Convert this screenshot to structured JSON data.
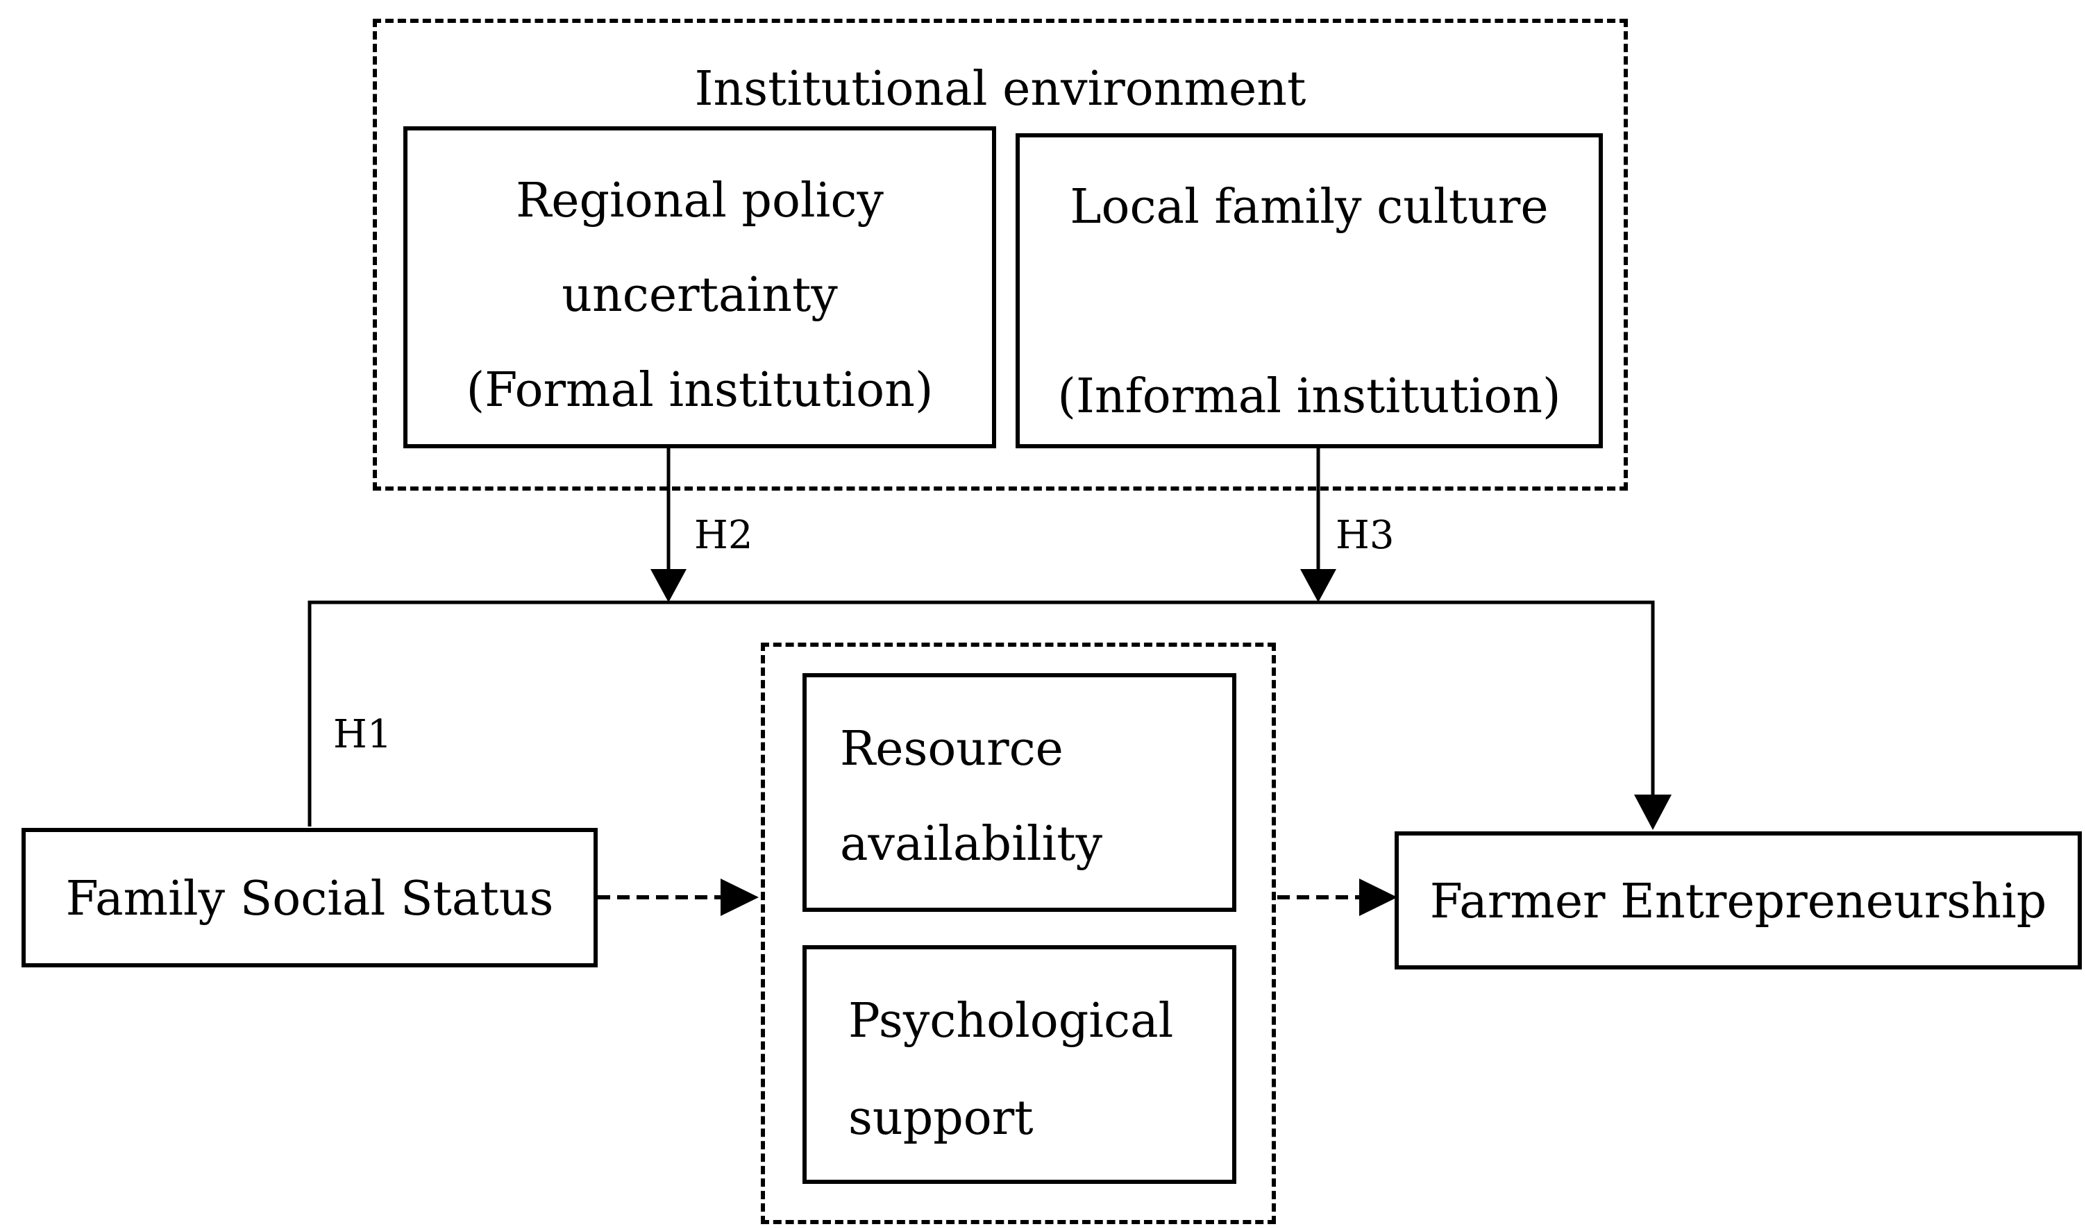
{
  "institutional_environment": {
    "title": "Institutional environment",
    "formal": {
      "line1": "Regional policy",
      "line2": "uncertainty",
      "line3": "(Formal institution)"
    },
    "informal": {
      "line1": "Local family culture",
      "line2": "(Informal institution)"
    }
  },
  "mediators": {
    "resource": {
      "line1": "Resource",
      "line2": "availability"
    },
    "psychological": {
      "line1": "Psychological",
      "line2": "support"
    }
  },
  "independent": "Family Social Status",
  "dependent": "Farmer Entrepreneurship",
  "hypotheses": {
    "h1": "H1",
    "h2": "H2",
    "h3": "H3"
  },
  "colors": {
    "stroke": "#000000",
    "background": "#ffffff"
  }
}
